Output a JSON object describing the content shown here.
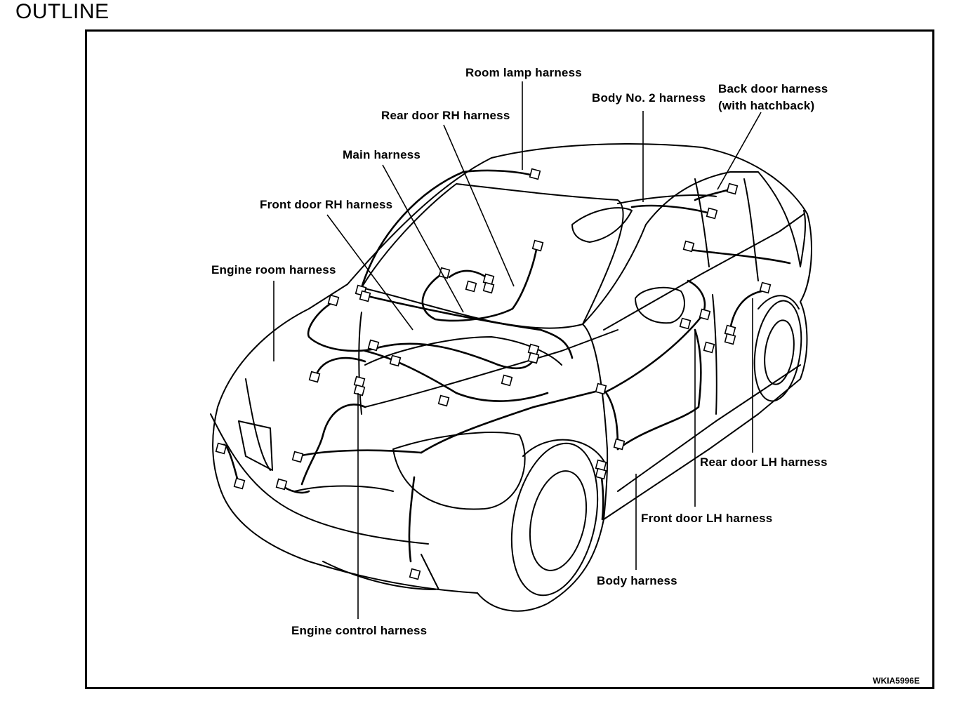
{
  "page": {
    "title": "OUTLINE"
  },
  "figure": {
    "reference_code": "WKIA5996E",
    "labels": {
      "room_lamp": "Room lamp harness",
      "body_no2": "Body No. 2 harness",
      "back_door_line1": "Back door harness",
      "back_door_line2": "(with hatchback)",
      "rear_door_rh": "Rear door RH harness",
      "main": "Main harness",
      "front_door_rh": "Front door RH harness",
      "engine_room": "Engine room harness",
      "rear_door_lh": "Rear door LH harness",
      "front_door_lh": "Front door LH harness",
      "body": "Body harness",
      "engine_control": "Engine control harness"
    }
  }
}
